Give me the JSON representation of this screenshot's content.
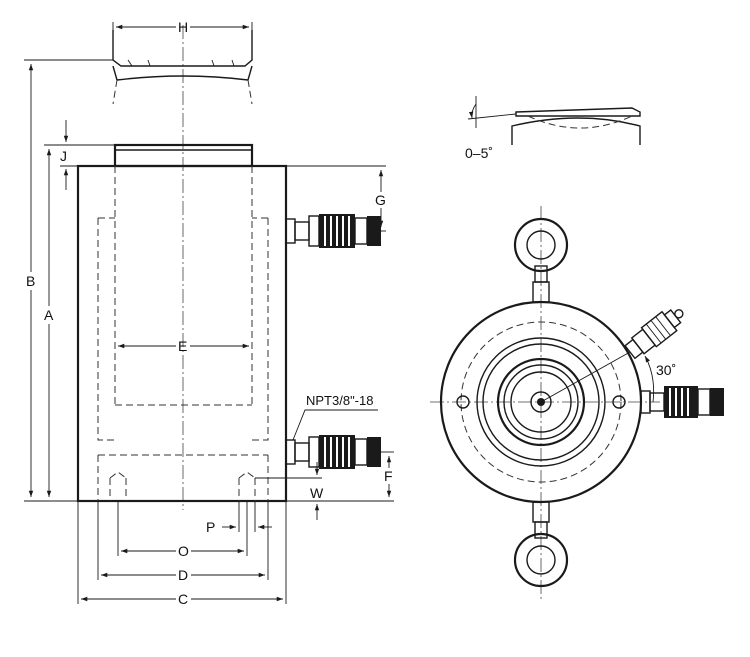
{
  "dimensions": {
    "A": "A",
    "B": "B",
    "C": "C",
    "D": "D",
    "E": "E",
    "F": "F",
    "G": "G",
    "H": "H",
    "J": "J",
    "O": "O",
    "P": "P",
    "W": "W"
  },
  "annotations": {
    "port_thread": "NPT3/8\"-18",
    "tilt_angle": "0–5˚",
    "coupler_angle": "30˚"
  }
}
